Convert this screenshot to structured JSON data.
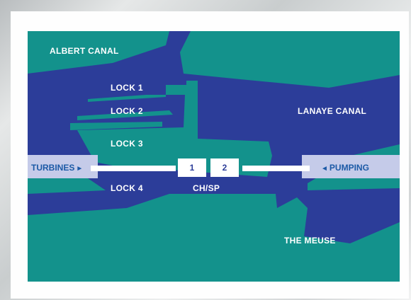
{
  "labels": {
    "albert_canal": "ALBERT CANAL",
    "lock1": "LOCK 1",
    "lock2": "LOCK 2",
    "lock3": "LOCK 3",
    "lock4": "LOCK 4",
    "lanaye_canal": "LANAYE CANAL",
    "the_meuse": "THE MEUSE",
    "chsp": "CH/SP"
  },
  "flows": {
    "turbines": "TURBINES",
    "pumping": "PUMPING",
    "turbines_arrow": "►",
    "pumping_arrow": "◄"
  },
  "units": [
    "1",
    "2"
  ],
  "colors": {
    "water_blue": "#2c3d99",
    "land_teal": "#13928c",
    "band": "#c5cbe9",
    "band_text": "#1c5aa6"
  }
}
